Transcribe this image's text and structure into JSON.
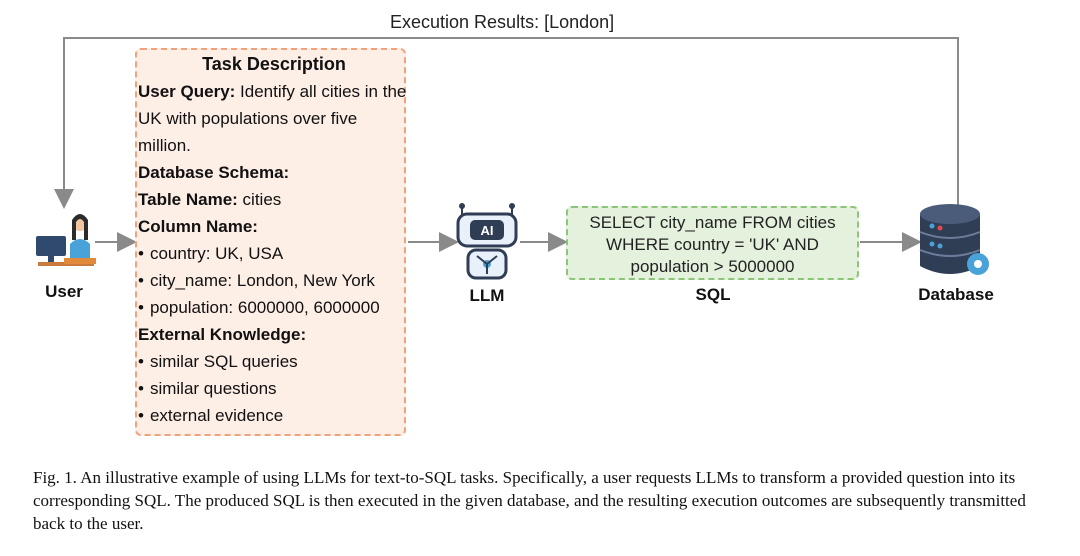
{
  "diagram": {
    "execution_results": "Execution Results: [London]",
    "task": {
      "title": "Task Description",
      "user_query_label": "User Query:",
      "user_query_text": " Identify all cities in the UK with populations over five million.",
      "schema_label": "Database Schema:",
      "table_label": "Table Name:",
      "table_value": " cities",
      "column_label": "Column Name:",
      "columns": [
        "country: UK, USA",
        "city_name: London, New York",
        "population: 6000000, 6000000"
      ],
      "external_label": "External Knowledge:",
      "external": [
        "similar SQL queries",
        "similar questions",
        "external evidence"
      ]
    },
    "sql": {
      "line1": "SELECT city_name FROM cities",
      "line2": "WHERE country = 'UK' AND",
      "line3": "population > 5000000",
      "label": "SQL"
    },
    "labels": {
      "user": "User",
      "llm": "LLM",
      "database": "Database",
      "ai_badge": "AI"
    }
  },
  "caption": "Fig. 1. An illustrative example of using LLMs for text-to-SQL tasks. Specifically, a user requests LLMs to transform a provided question into its corresponding SQL. The produced SQL is then executed in the given database, and the resulting execution outcomes are subsequently transmitted back to the user.",
  "colors": {
    "task_fill": "#fdeee6",
    "task_border": "#f0a27c",
    "sql_fill": "#e3f1dd",
    "sql_border": "#8cc47a",
    "arrow": "#8a8a8a"
  }
}
